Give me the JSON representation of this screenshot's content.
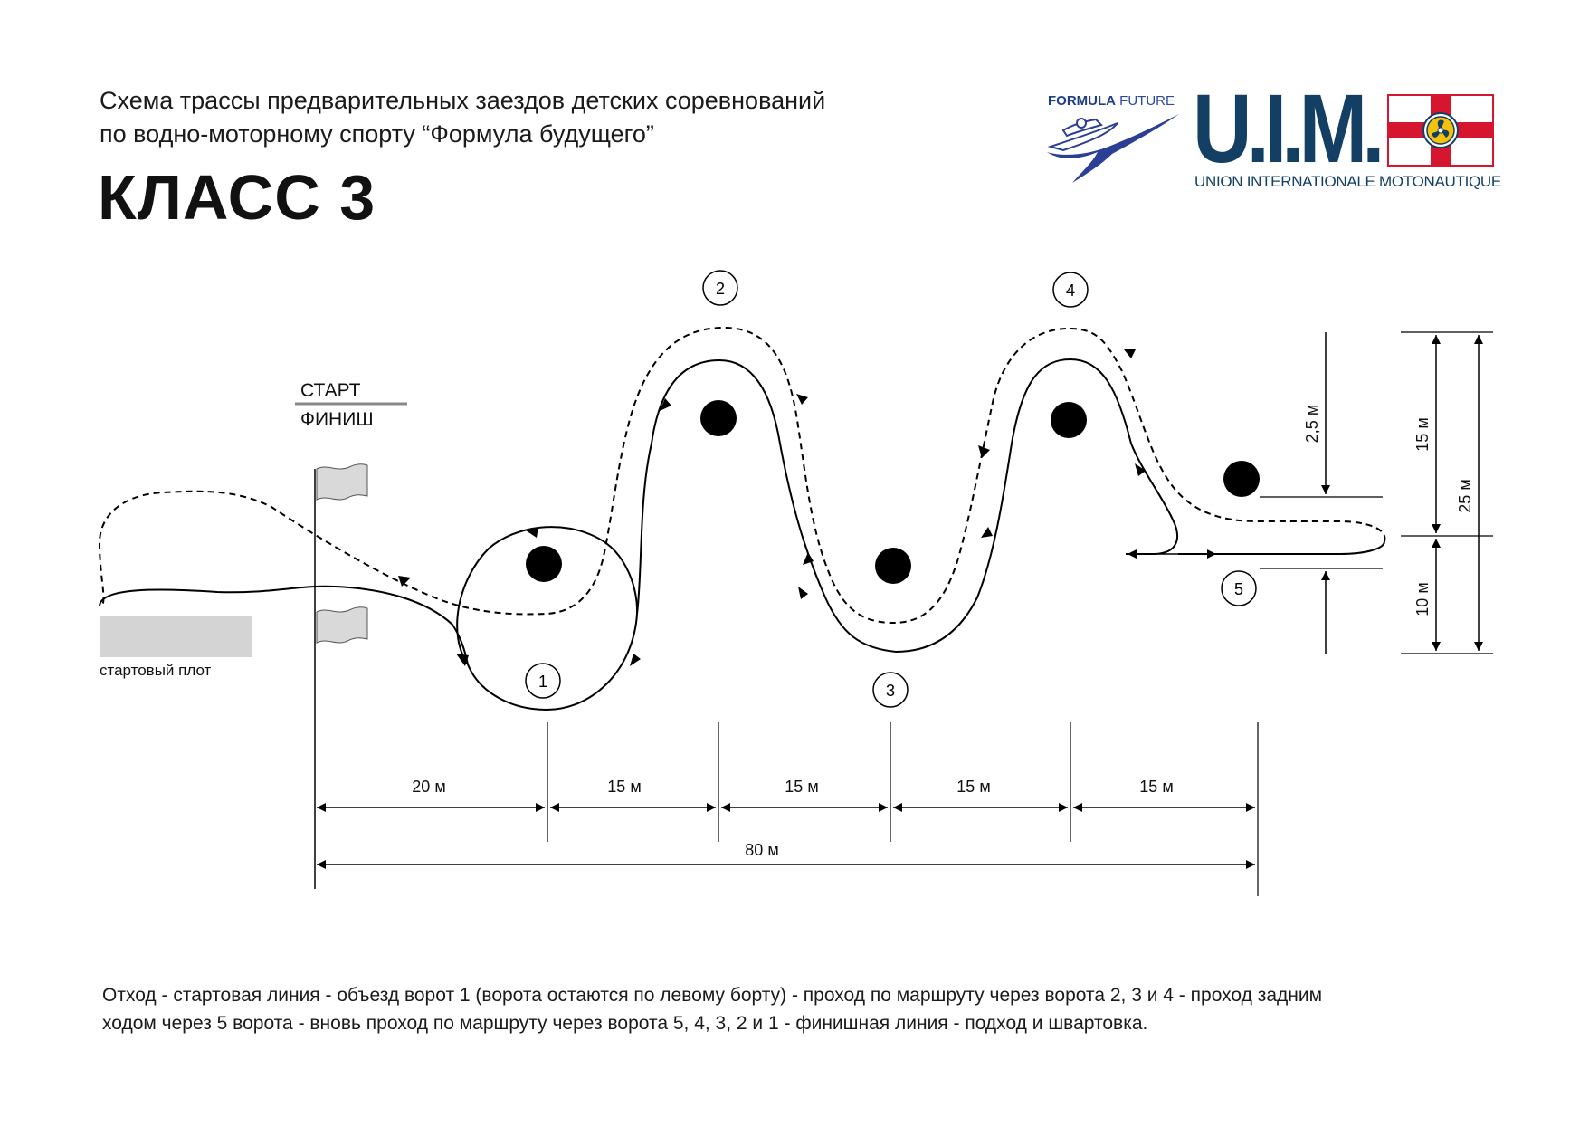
{
  "header": {
    "line1": "Схема трассы предварительных заездов детских соревнований",
    "line2": "по водно-моторному спорту  “Формула будущего”",
    "class_title": "КЛАСС 3"
  },
  "logos": {
    "formula_future_a": "FORMULA",
    "formula_future_b": " FUTURE",
    "uim_letters": "U.I.M.",
    "uim_subtitle": "UNION INTERNATIONALE MOTONAUTIQUE",
    "colors": {
      "uim_blue": "#123f63",
      "uim_red": "#d6162e",
      "ff_blue": "#2a3f95",
      "prop_yellow": "#f4c20d"
    }
  },
  "diagram": {
    "start_label": "СТАРТ",
    "finish_label": "ФИНИШ",
    "raft_label": "стартовый плот",
    "gates": [
      {
        "number": "1"
      },
      {
        "number": "2"
      },
      {
        "number": "3"
      },
      {
        "number": "4"
      },
      {
        "number": "5"
      }
    ],
    "horizontal_dims": [
      "20 м",
      "15 м",
      "15 м",
      "15 м",
      "15 м"
    ],
    "total_dim": "80 м",
    "vertical_dims": {
      "gap": "2,5 м",
      "upper": "15 м",
      "lower": "10 м",
      "total": "25 м"
    }
  },
  "footer": {
    "line1": "Отход - стартовая линия - объезд ворот 1 (ворота остаются по левому борту) - проход по маршруту через ворота 2, 3 и 4 - проход задним",
    "line2": "ходом через 5 ворота - вновь проход по маршруту через ворота 5, 4, 3, 2 и 1 - финишная линия - подход и швартовка."
  }
}
